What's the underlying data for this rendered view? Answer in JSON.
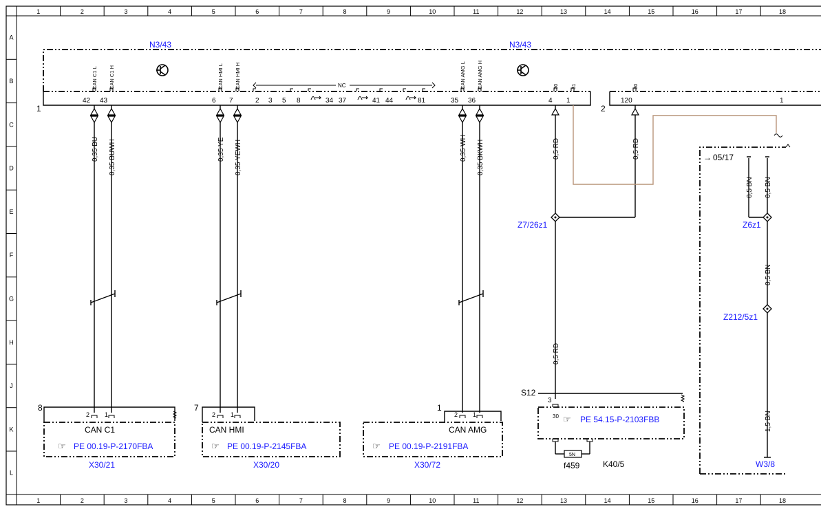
{
  "grid": {
    "columns": [
      "1",
      "2",
      "3",
      "4",
      "5",
      "6",
      "7",
      "8",
      "9",
      "10",
      "11",
      "12",
      "13",
      "14",
      "15",
      "16",
      "17",
      "18"
    ],
    "rows": [
      "A",
      "B",
      "C",
      "D",
      "E",
      "F",
      "G",
      "H",
      "J",
      "K",
      "L"
    ]
  },
  "module": {
    "label_left": "N3/43",
    "label_right": "N3/43",
    "connector_left": "1",
    "connector_right": "2",
    "pin_labels": {
      "can_c1_l": "CAN C1 L",
      "can_c1_h": "CAN C1 H",
      "can_hmi_l": "CAN HMI L",
      "can_hmi_h": "CAN HMI H",
      "can_amg_l": "CAN AMG L",
      "can_amg_h": "CAN AMG H",
      "p30": "30",
      "p31": "31",
      "p30b": "30"
    },
    "pin_numbers": {
      "p42": "42",
      "p43": "43",
      "p6": "6",
      "p7": "7",
      "p35": "35",
      "p36": "36",
      "p4": "4",
      "p1": "1",
      "p120": "120",
      "p1b": "1"
    },
    "nc_label": "NC",
    "nc_pins": [
      "2",
      "3",
      "5",
      "8",
      "34",
      "37",
      "41",
      "44",
      "81"
    ]
  },
  "wires": {
    "w1": "0,35 BU",
    "w2": "0,35 BUWH",
    "w3": "0,35 YE",
    "w4": "0,35 YEWH",
    "w5": "0,35 WH",
    "w6": "0,35 BKWH",
    "w7": "0,5 RD",
    "w8": "0,5 RD",
    "w9": "0,5 RD",
    "w10": "0,5 BN",
    "w11": "0,5 BN",
    "w12": "0,5 BN",
    "w13": "1,5 BN"
  },
  "splices": {
    "z7": "Z7/26z1",
    "z6": "Z6z1",
    "z212": "Z212/5z1"
  },
  "reference": {
    "ref_0517": "05/17"
  },
  "connectors": {
    "x3021": {
      "num": "8",
      "pin_a": "2",
      "pin_b": "1",
      "title": "CAN C1",
      "ref": "PE 00.19-P-2170FBA",
      "id": "X30/21"
    },
    "x3020": {
      "num": "7",
      "pin_a": "2",
      "pin_b": "1",
      "title": "CAN HMI",
      "ref": "PE 00.19-P-2145FBA",
      "id": "X30/20"
    },
    "x3072": {
      "num": "1",
      "pin_a": "2",
      "pin_b": "1",
      "title": "CAN AMG",
      "ref": "PE 00.19-P-2191FBA",
      "id": "X30/72"
    }
  },
  "fuse_box": {
    "s12": "S12",
    "pin3": "3",
    "pin30": "30",
    "ref": "PE 54.15-P-2103FBB",
    "fuse_rating": "5N",
    "fuse_id": "f459",
    "relay_id": "K40/5"
  },
  "ground": {
    "id": "W3/8"
  },
  "colors": {
    "reference_text": "#1a1aff",
    "line": "#000000",
    "shield_wire": "#b8957a"
  },
  "icons": [
    "transistor-icon",
    "hand-pointer-icon",
    "fuse-icon"
  ]
}
